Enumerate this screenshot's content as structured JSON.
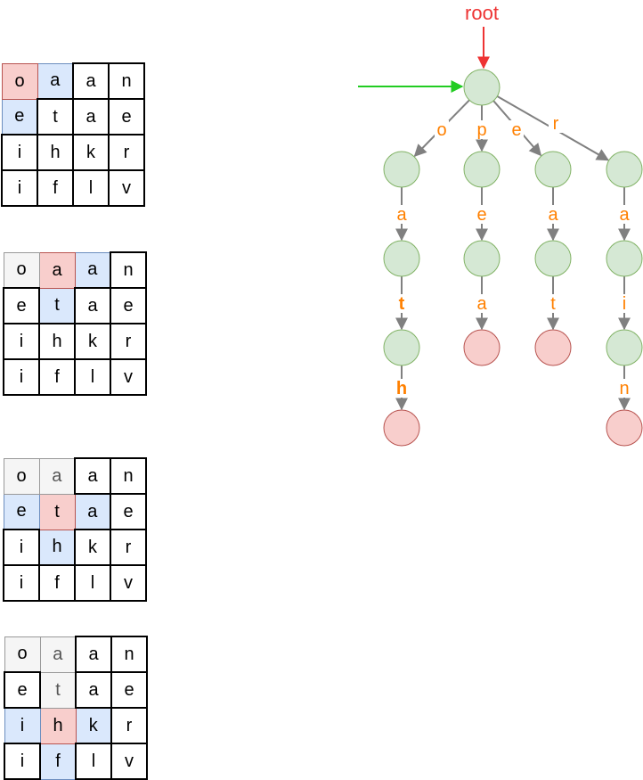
{
  "grids": [
    {
      "cells": [
        [
          "o",
          "a",
          "a",
          "n"
        ],
        [
          "e",
          "t",
          "a",
          "e"
        ],
        [
          "i",
          "h",
          "k",
          "r"
        ],
        [
          "i",
          "f",
          "l",
          "v"
        ]
      ],
      "states": [
        [
          "cur",
          "nbr",
          "",
          ""
        ],
        [
          "nbr",
          "",
          "",
          ""
        ],
        [
          "",
          "",
          "",
          ""
        ],
        [
          "",
          "",
          "",
          ""
        ]
      ]
    },
    {
      "cells": [
        [
          "o",
          "a",
          "a",
          "n"
        ],
        [
          "e",
          "t",
          "a",
          "e"
        ],
        [
          "i",
          "h",
          "k",
          "r"
        ],
        [
          "i",
          "f",
          "l",
          "v"
        ]
      ],
      "states": [
        [
          "vis",
          "cur",
          "nbr",
          ""
        ],
        [
          "",
          "nbr",
          "",
          ""
        ],
        [
          "",
          "",
          "",
          ""
        ],
        [
          "",
          "",
          "",
          ""
        ]
      ]
    },
    {
      "cells": [
        [
          "o",
          "a",
          "a",
          "n"
        ],
        [
          "e",
          "t",
          "a",
          "e"
        ],
        [
          "i",
          "h",
          "k",
          "r"
        ],
        [
          "i",
          "f",
          "l",
          "v"
        ]
      ],
      "states": [
        [
          "vis",
          "vis-d",
          "",
          ""
        ],
        [
          "nbr",
          "cur",
          "nbr",
          ""
        ],
        [
          "",
          "nbr",
          "",
          ""
        ],
        [
          "",
          "",
          "",
          ""
        ]
      ]
    },
    {
      "cells": [
        [
          "o",
          "a",
          "a",
          "n"
        ],
        [
          "e",
          "t",
          "a",
          "e"
        ],
        [
          "i",
          "h",
          "k",
          "r"
        ],
        [
          "i",
          "f",
          "l",
          "v"
        ]
      ],
      "states": [
        [
          "vis",
          "vis-d",
          "",
          ""
        ],
        [
          "",
          "vis-d",
          "",
          ""
        ],
        [
          "nbr",
          "cur",
          "nbr",
          ""
        ],
        [
          "",
          "nbr",
          "",
          ""
        ]
      ]
    }
  ],
  "trie": {
    "root_label": "root",
    "branches": [
      {
        "id": "o",
        "edges": [
          "o",
          "a",
          "t",
          "h"
        ],
        "bold": [
          false,
          false,
          true,
          true
        ]
      },
      {
        "id": "p",
        "edges": [
          "p",
          "e",
          "a"
        ],
        "bold": [
          false,
          false,
          false
        ]
      },
      {
        "id": "e",
        "edges": [
          "e",
          "a",
          "t"
        ],
        "bold": [
          false,
          false,
          false
        ]
      },
      {
        "id": "r",
        "edges": [
          "r",
          "a",
          "i",
          "n"
        ],
        "bold": [
          false,
          false,
          false,
          false
        ]
      }
    ]
  },
  "colors": {
    "inner_node_fill": "#d5e8d4",
    "inner_node_stroke": "#82b366",
    "leaf_node_fill": "#f8cecc",
    "leaf_node_stroke": "#b85450",
    "current_cell": "#f8cecc",
    "neighbor_cell": "#dae8fc",
    "visited_cell": "#f5f5f5",
    "edge": "#808080",
    "edge_label": "#ff8000",
    "root_arrow": "#ee3333",
    "pointer_arrow": "#22cc22"
  }
}
